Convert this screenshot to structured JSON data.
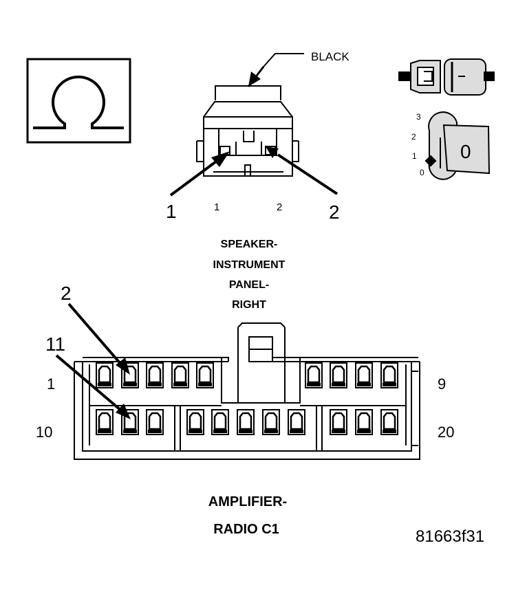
{
  "speaker_connector": {
    "color_label": "BLACK",
    "callout_left": "1",
    "callout_right": "2",
    "cavity_left": "1",
    "cavity_right": "2",
    "title_lines": [
      "SPEAKER-",
      "INSTRUMENT",
      "PANEL-",
      "RIGHT"
    ]
  },
  "ignition_switch": {
    "positions": [
      "3",
      "2",
      "1",
      "0"
    ],
    "key_label": "0"
  },
  "amplifier_connector": {
    "callout_top": "2",
    "callout_bottom": "11",
    "row_top_start": "1",
    "row_top_end": "9",
    "row_bottom_start": "10",
    "row_bottom_end": "20",
    "title_lines": [
      "AMPLIFIER-",
      "RADIO C1"
    ]
  },
  "figure_id": "81663f31"
}
